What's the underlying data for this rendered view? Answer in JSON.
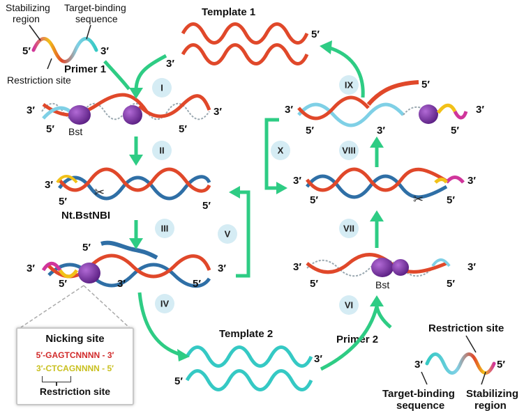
{
  "labels": {
    "template1": "Template 1",
    "template2": "Template 2",
    "primer1": "Primer 1",
    "primer2": "Primer 2",
    "stabilizing_region_1": "Stabilizing\nregion",
    "target_binding_1": "Target-binding\nsequence",
    "restriction_site_1": "Restriction site",
    "restriction_site_2": "Restriction site",
    "target_binding_2": "Target-binding\nsequence",
    "stabilizing_region_2": "Stabilizing\nregion",
    "bst": "Bst",
    "nicking_enzyme": "Nt.BstNBI",
    "five_prime": "5′",
    "three_prime": "3′"
  },
  "steps": [
    "I",
    "II",
    "III",
    "IV",
    "V",
    "VI",
    "VII",
    "VIII",
    "IX",
    "X"
  ],
  "nicking_box": {
    "title": "Nicking site",
    "seq_top": "5′-GAGTCNNNN - 3′",
    "seq_bottom": "3′-CTCAGNNNN - 5′",
    "caption": "Restriction site"
  },
  "colors": {
    "red_strand": "#e0482a",
    "blue_strand": "#2f6fa6",
    "cyan": "#35c9c4",
    "light_blue": "#7fd0e6",
    "yellow": "#f2c118",
    "magenta": "#d0359b",
    "bst_purple": "#7b2fa4",
    "arrow_green": "#2ecc84",
    "step_circle": "#d5ecf4"
  }
}
